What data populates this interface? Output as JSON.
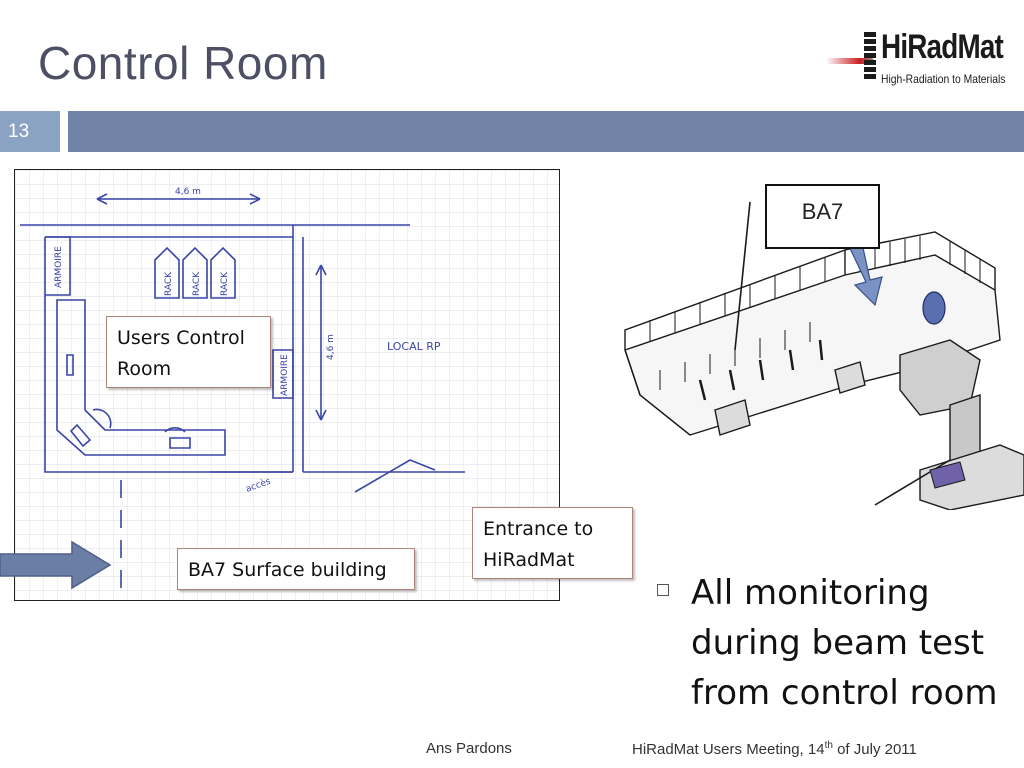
{
  "slide": {
    "title": "Control Room",
    "number": "13"
  },
  "logo": {
    "name": "HiRadMat",
    "tagline": "High-Radiation to Materials"
  },
  "sketch": {
    "dimension_top": "4,6 m",
    "dimension_side": "4,6 m",
    "armoire_left": "ARMOIRE",
    "armoire_right": "ARMOIRE",
    "racks": [
      "RACK",
      "RACK",
      "RACK"
    ],
    "local_rp": "LOCAL RP",
    "acces": "accès"
  },
  "labels": {
    "users_control_room": "Users Control Room",
    "ba7_surface_building": "BA7 Surface building",
    "entrance": "Entrance to HiRadMat"
  },
  "iso_view": {
    "ba7_label": "BA7"
  },
  "bullet": {
    "text": "All monitoring during beam test from control room"
  },
  "footer": {
    "author": "Ans Pardons",
    "event_prefix": "HiRadMat Users Meeting, 14",
    "event_sup": "th",
    "event_suffix": " of July 2011"
  },
  "colors": {
    "title": "#4d5064",
    "band_number": "#8aa3c2",
    "band_bar": "#7184a8",
    "sketch_ink": "#3a45a8",
    "arrow": "#6b7fa6"
  }
}
